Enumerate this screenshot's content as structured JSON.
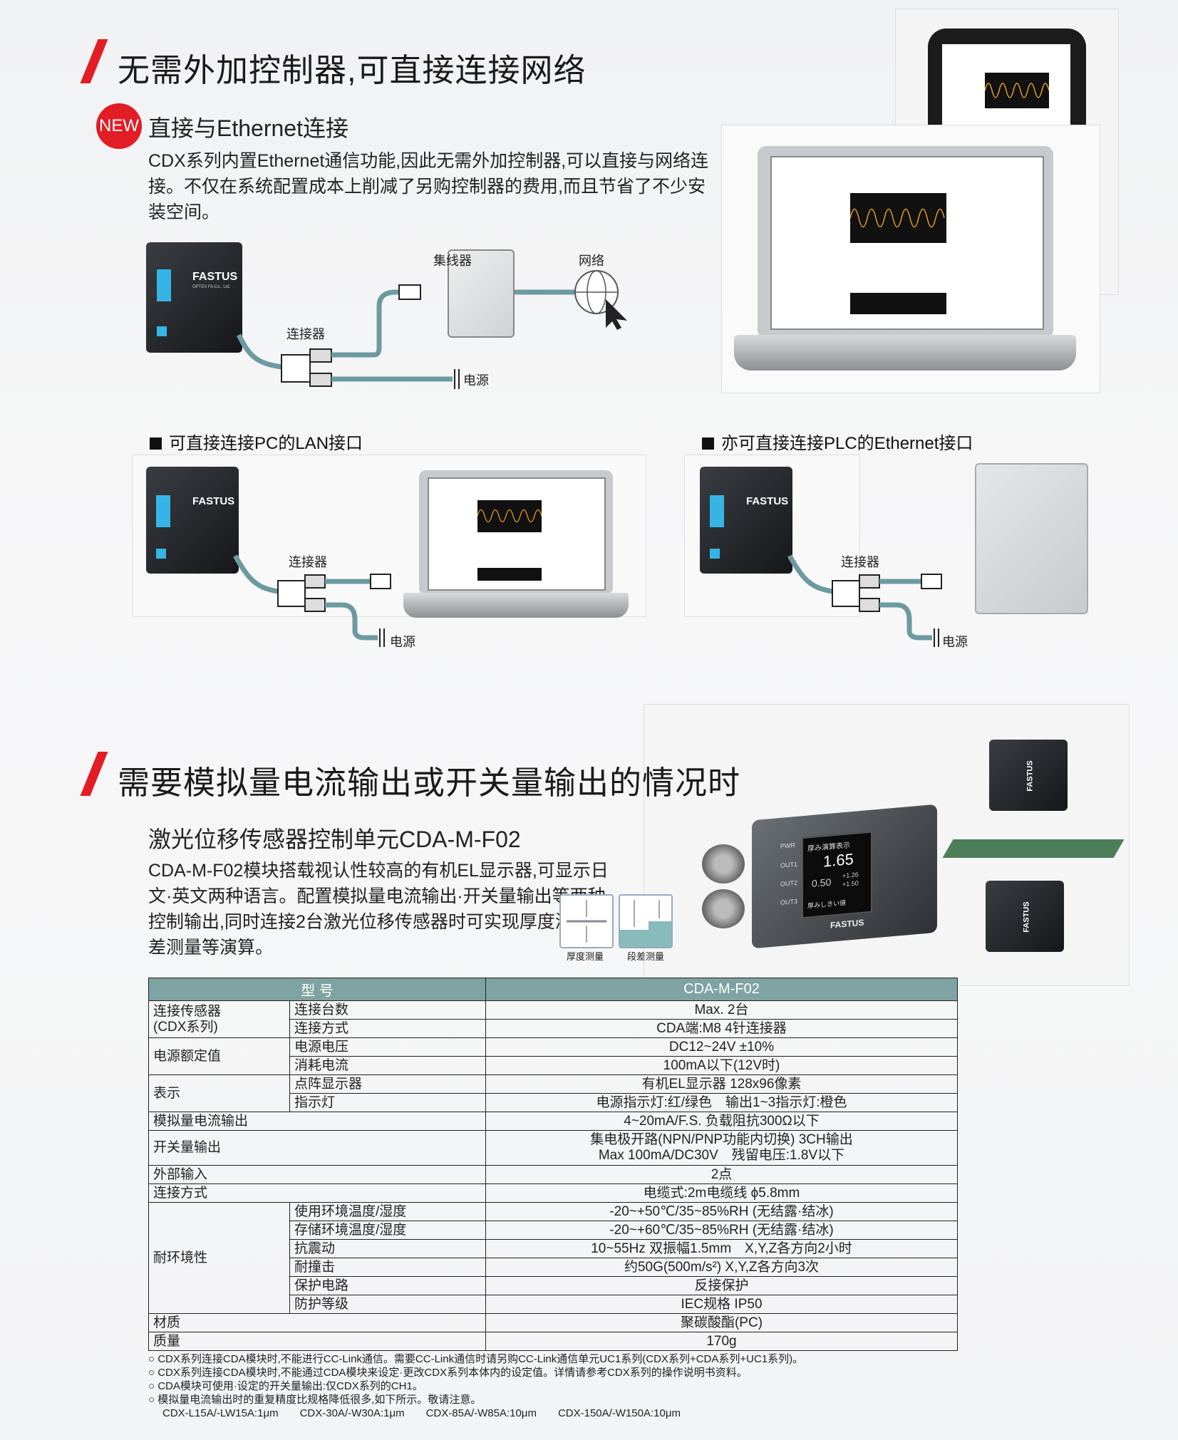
{
  "section1": {
    "title": "无需外加控制器,可直接连接网络",
    "badge": "NEW",
    "subtitle": "直接与Ethernet连接",
    "paragraph": "CDX系列内置Ethernet通信功能,因此无需外加控制器,可以直接与网络连接。不仅在系统配置成本上削减了另购控制器的费用,而且节省了不少安装空间。",
    "diagram_labels": {
      "hub": "集线器",
      "network": "网络",
      "connector": "连接器",
      "power": "电源"
    },
    "sensor_logo": "FASTUS",
    "sensor_logo_sub": "OPTEX FA Co., Ltd."
  },
  "subsections": {
    "pc_lan": "可直接连接PC的LAN接口",
    "plc_eth": "亦可直接连接PLC的Ethernet接口",
    "connector": "连接器",
    "power": "电源"
  },
  "section2": {
    "title": "需要模拟量电流输出或开关量输出的情况时",
    "subtitle": "激光位移传感器控制单元CDA-M-F02",
    "paragraph": "CDA-M-F02模块搭载视认性较高的有机EL显示器,可显示日文·英文两种语言。配置模拟量电流输出·开关量输出等两种控制输出,同时连接2台激光位移传感器时可实现厚度测量·段差测量等演算。",
    "icon_thickness": "厚度测量",
    "icon_step": "段差测量",
    "display_readout": [
      "厚み演算表示",
      "1.65",
      "0.50",
      "+1.26",
      "+1.50",
      "厚みしきい値"
    ],
    "display_leds": [
      "PWR",
      "OUT1",
      "OUT2",
      "OUT3"
    ],
    "unit_logo": "FASTUS"
  },
  "table": {
    "header_model": "型 号",
    "header_value": "CDA-M-F02",
    "rows": [
      {
        "g": "连接传感器\n(CDX系列)",
        "item": "连接台数",
        "value": "Max. 2台"
      },
      {
        "g": "",
        "item": "连接方式",
        "value": "CDA端:M8 4针连接器"
      },
      {
        "g": "电源额定值",
        "item": "电源电压",
        "value": "DC12~24V ±10%"
      },
      {
        "g": "",
        "item": "消耗电流",
        "value": "100mA以下(12V时)"
      },
      {
        "g": "表示",
        "item": "点阵显示器",
        "value": "有机EL显示器 128x96像素"
      },
      {
        "g": "",
        "item": "指示灯",
        "value": "电源指示灯:红/绿色　输出1~3指示灯:橙色"
      },
      {
        "g": "模拟量电流输出",
        "item": "",
        "value": "4~20mA/F.S. 负载阻抗300Ω以下"
      },
      {
        "g": "开关量输出",
        "item": "",
        "value": "集电极开路(NPN/PNP功能内切换) 3CH输出\nMax 100mA/DC30V　残留电压:1.8V以下"
      },
      {
        "g": "外部输入",
        "item": "",
        "value": "2点"
      },
      {
        "g": "连接方式",
        "item": "",
        "value": "电缆式:2m电缆线 ϕ5.8mm"
      },
      {
        "g": "耐环境性",
        "item": "使用环境温度/湿度",
        "value": "-20~+50℃/35~85%RH (无结露·结冰)"
      },
      {
        "g": "",
        "item": "存储环境温度/湿度",
        "value": "-20~+60℃/35~85%RH (无结露·结冰)"
      },
      {
        "g": "",
        "item": "抗震动",
        "value": "10~55Hz 双振幅1.5mm　X,Y,Z各方向2小时"
      },
      {
        "g": "",
        "item": "耐撞击",
        "value": "约50G(500m/s²) X,Y,Z各方向3次"
      },
      {
        "g": "",
        "item": "保护电路",
        "value": "反接保护"
      },
      {
        "g": "",
        "item": "防护等级",
        "value": "IEC规格 IP50"
      },
      {
        "g": "材质",
        "item": "",
        "value": "聚碳酸酯(PC)"
      },
      {
        "g": "质量",
        "item": "",
        "value": "170g"
      }
    ]
  },
  "notes": [
    "○ CDX系列连接CDA模块时,不能进行CC-Link通信。需要CC-Link通信时请另购CC-Link通信单元UC1系列(CDX系列+CDA系列+UC1系列)。",
    "○ CDX系列连接CDA模块时,不能通过CDA模块来设定·更改CDX系列本体内的设定值。详情请参考CDX系列的操作说明书资料。",
    "○ CDA模块可使用·设定的开关量输出:仅CDX系列的CH1。",
    "○ 模拟量电流输出时的重复精度比规格降低很多,如下所示。敬请注意。",
    "CDX-L15A/-LW15A:1μm　　CDX-30A/-W30A:1μm　　CDX-85A/-W85A:10μm　　CDX-150A/-W150A:10μm"
  ],
  "colors": {
    "accent": "#e21d25",
    "table_header": "#7fa3a3",
    "cable": "#6c9aa0"
  }
}
